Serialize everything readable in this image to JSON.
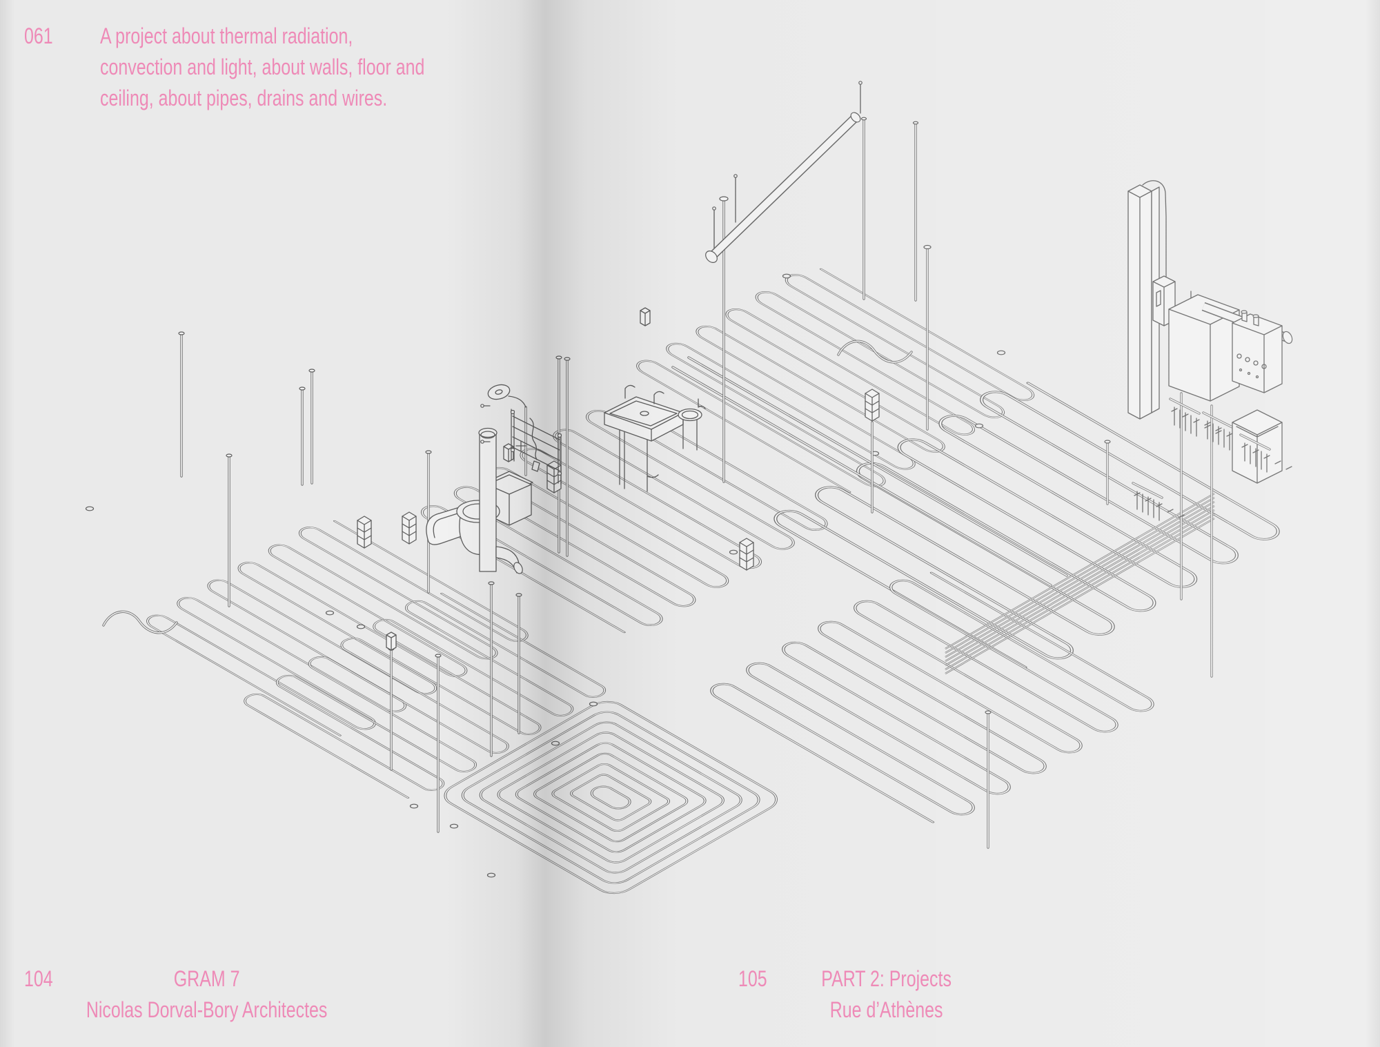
{
  "colors": {
    "accent_pink": "#ee8ab7",
    "paper": "#eaeaea",
    "line_ink": "#5d5d5d"
  },
  "left_page": {
    "figure_number": "061",
    "caption_lines": [
      "A project about thermal radiation,",
      "convection and light, about walls, floor and",
      "ceiling, about pipes, drains and wires."
    ],
    "footer": {
      "page_number": "104",
      "title": "GRAM 7",
      "subtitle": "Nicolas Dorval-Bory Architectes"
    }
  },
  "right_page": {
    "footer": {
      "page_number": "105",
      "title": "PART 2: Projects",
      "subtitle": "Rue d’Athènes"
    }
  }
}
